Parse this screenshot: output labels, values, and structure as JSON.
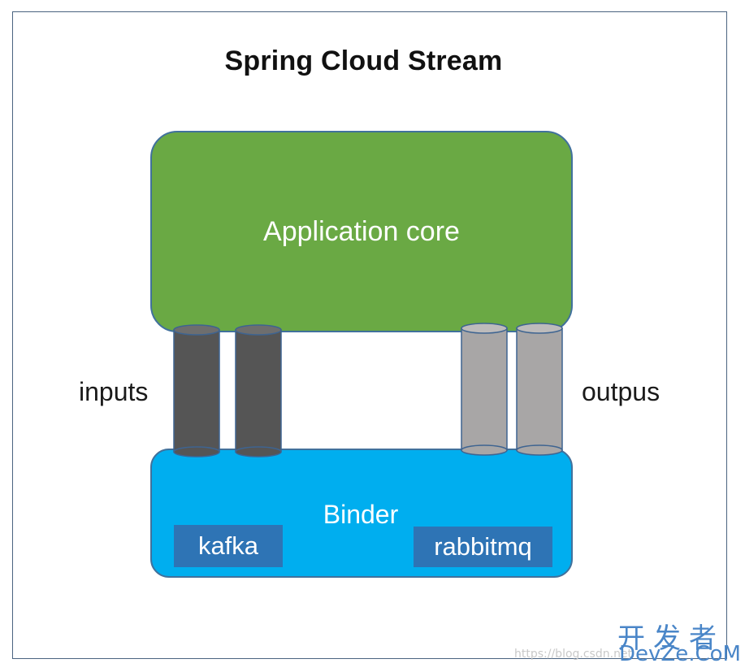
{
  "title": "Spring Cloud Stream",
  "app_core": {
    "label": "Application core",
    "color": "#6aa944"
  },
  "binder": {
    "label": "Binder",
    "color": "#00aeef"
  },
  "chips": {
    "kafka": "kafka",
    "rabbitmq": "rabbitmq",
    "color": "#2e74b5"
  },
  "side_labels": {
    "left": "inputs",
    "right": "outpus"
  },
  "pipe_colors": {
    "input": "#555555",
    "output": "#a8a6a6"
  },
  "watermark": {
    "cn": "开发者",
    "en": "DevZe.CoM",
    "url": "https://blog.csdn.net"
  }
}
